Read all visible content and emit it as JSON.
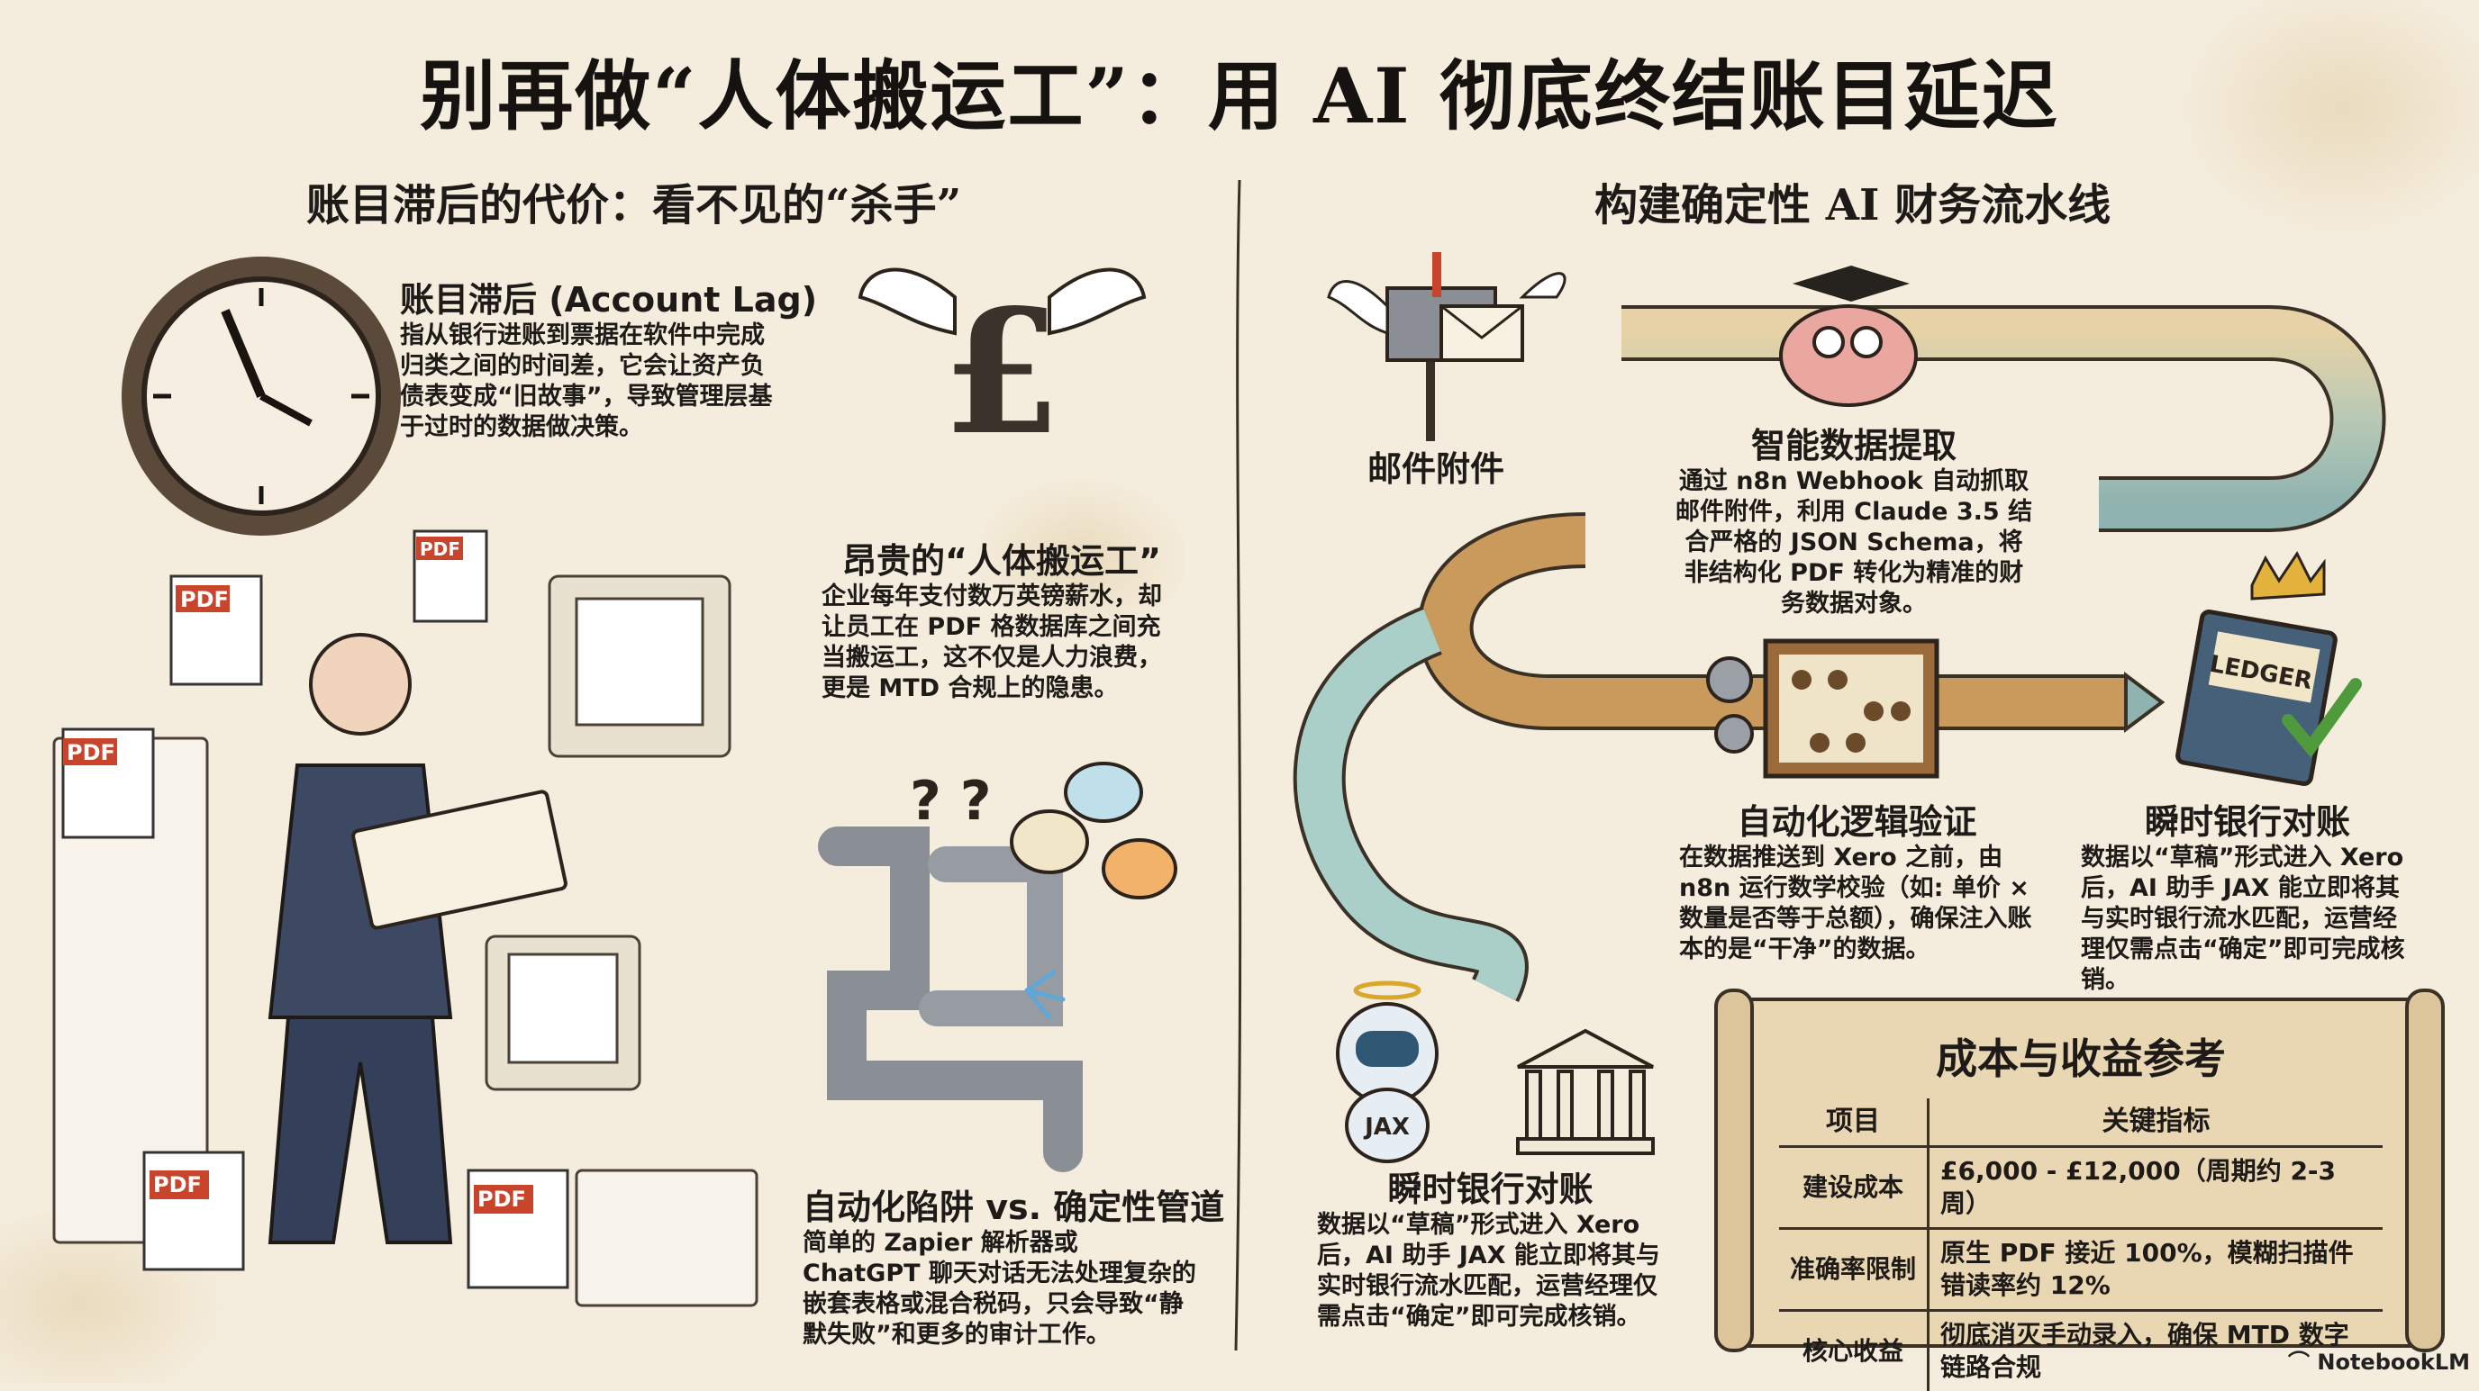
{
  "title": "别再做“人体搬运工”：用 AI 彻底终结账目延迟",
  "left": {
    "heading": "账目滞后的代价：看不见的“杀手”",
    "account_lag": {
      "title": "账目滞后 (Account Lag)",
      "body": "指从银行进账到票据在软件中完成归类之间的时间差，它会让资产负债表变成“旧故事”，导致管理层基于过时的数据做决策。"
    },
    "human_mover": {
      "title": "昂贵的“人体搬运工”",
      "body": "企业每年支付数万英镑薪水，却让员工在 PDF 格数据库之间充当搬运工，这不仅是人力浪费，更是 MTD 合规上的隐患。"
    },
    "trap": {
      "title": "自动化陷阱 vs. 确定性管道",
      "body": "简单的 Zapier 解析器或 ChatGPT 聊天对话无法处理复杂的嵌套表格或混合税码，只会导致“静默失败”和更多的审计工作。"
    },
    "illustration_labels": {
      "pdf": "PDF"
    }
  },
  "right": {
    "heading": "构建确定性 AI 财务流水线",
    "mail_label": "邮件附件",
    "extraction": {
      "title": "智能数据提取",
      "body": "通过 n8n Webhook 自动抓取邮件附件，利用 Claude 3.5 结合严格的 JSON Schema，将非结构化 PDF 转化为精准的财务数据对象。"
    },
    "validation": {
      "title": "自动化逻辑验证",
      "body": "在数据推送到 Xero 之前，由 n8n 运行数学校验（如: 单价 × 数量是否等于总额），确保注入账本的是“干净”的数据。"
    },
    "reconcile_right": {
      "title": "瞬时银行对账",
      "body": "数据以“草稿”形式进入 Xero 后，AI 助手 JAX 能立即将其与实时银行流水匹配，运营经理仅需点击“确定”即可完成核销。"
    },
    "reconcile_bottom": {
      "title": "瞬时银行对账",
      "body": "数据以“草稿”形式进入 Xero 后，AI 助手 JAX 能立即将其与实时银行流水匹配，运营经理仅需点击“确定”即可完成核销。"
    },
    "illustration_labels": {
      "ledger": "LEDGER",
      "robot": "JAX"
    },
    "cost_table": {
      "title": "成本与收益参考",
      "headers": [
        "项目",
        "关键指标"
      ],
      "rows": [
        [
          "建设成本",
          "£6,000 - £12,000（周期约 2-3 周）"
        ],
        [
          "准确率限制",
          "原生 PDF 接近 100%，模糊扫描件错读率约 12%"
        ],
        [
          "核心收益",
          "彻底消灭手动录入，确保 MTD 数字链路合规"
        ]
      ]
    }
  },
  "watermark": "NotebookLM",
  "colors": {
    "background": "#f4ecdc",
    "ink": "#1d1a17",
    "pipe_copper": "#c99a5b",
    "pipe_glass": "#a9cfc8",
    "check_green": "#4f9a3c",
    "pdf_red": "#c8452c"
  }
}
